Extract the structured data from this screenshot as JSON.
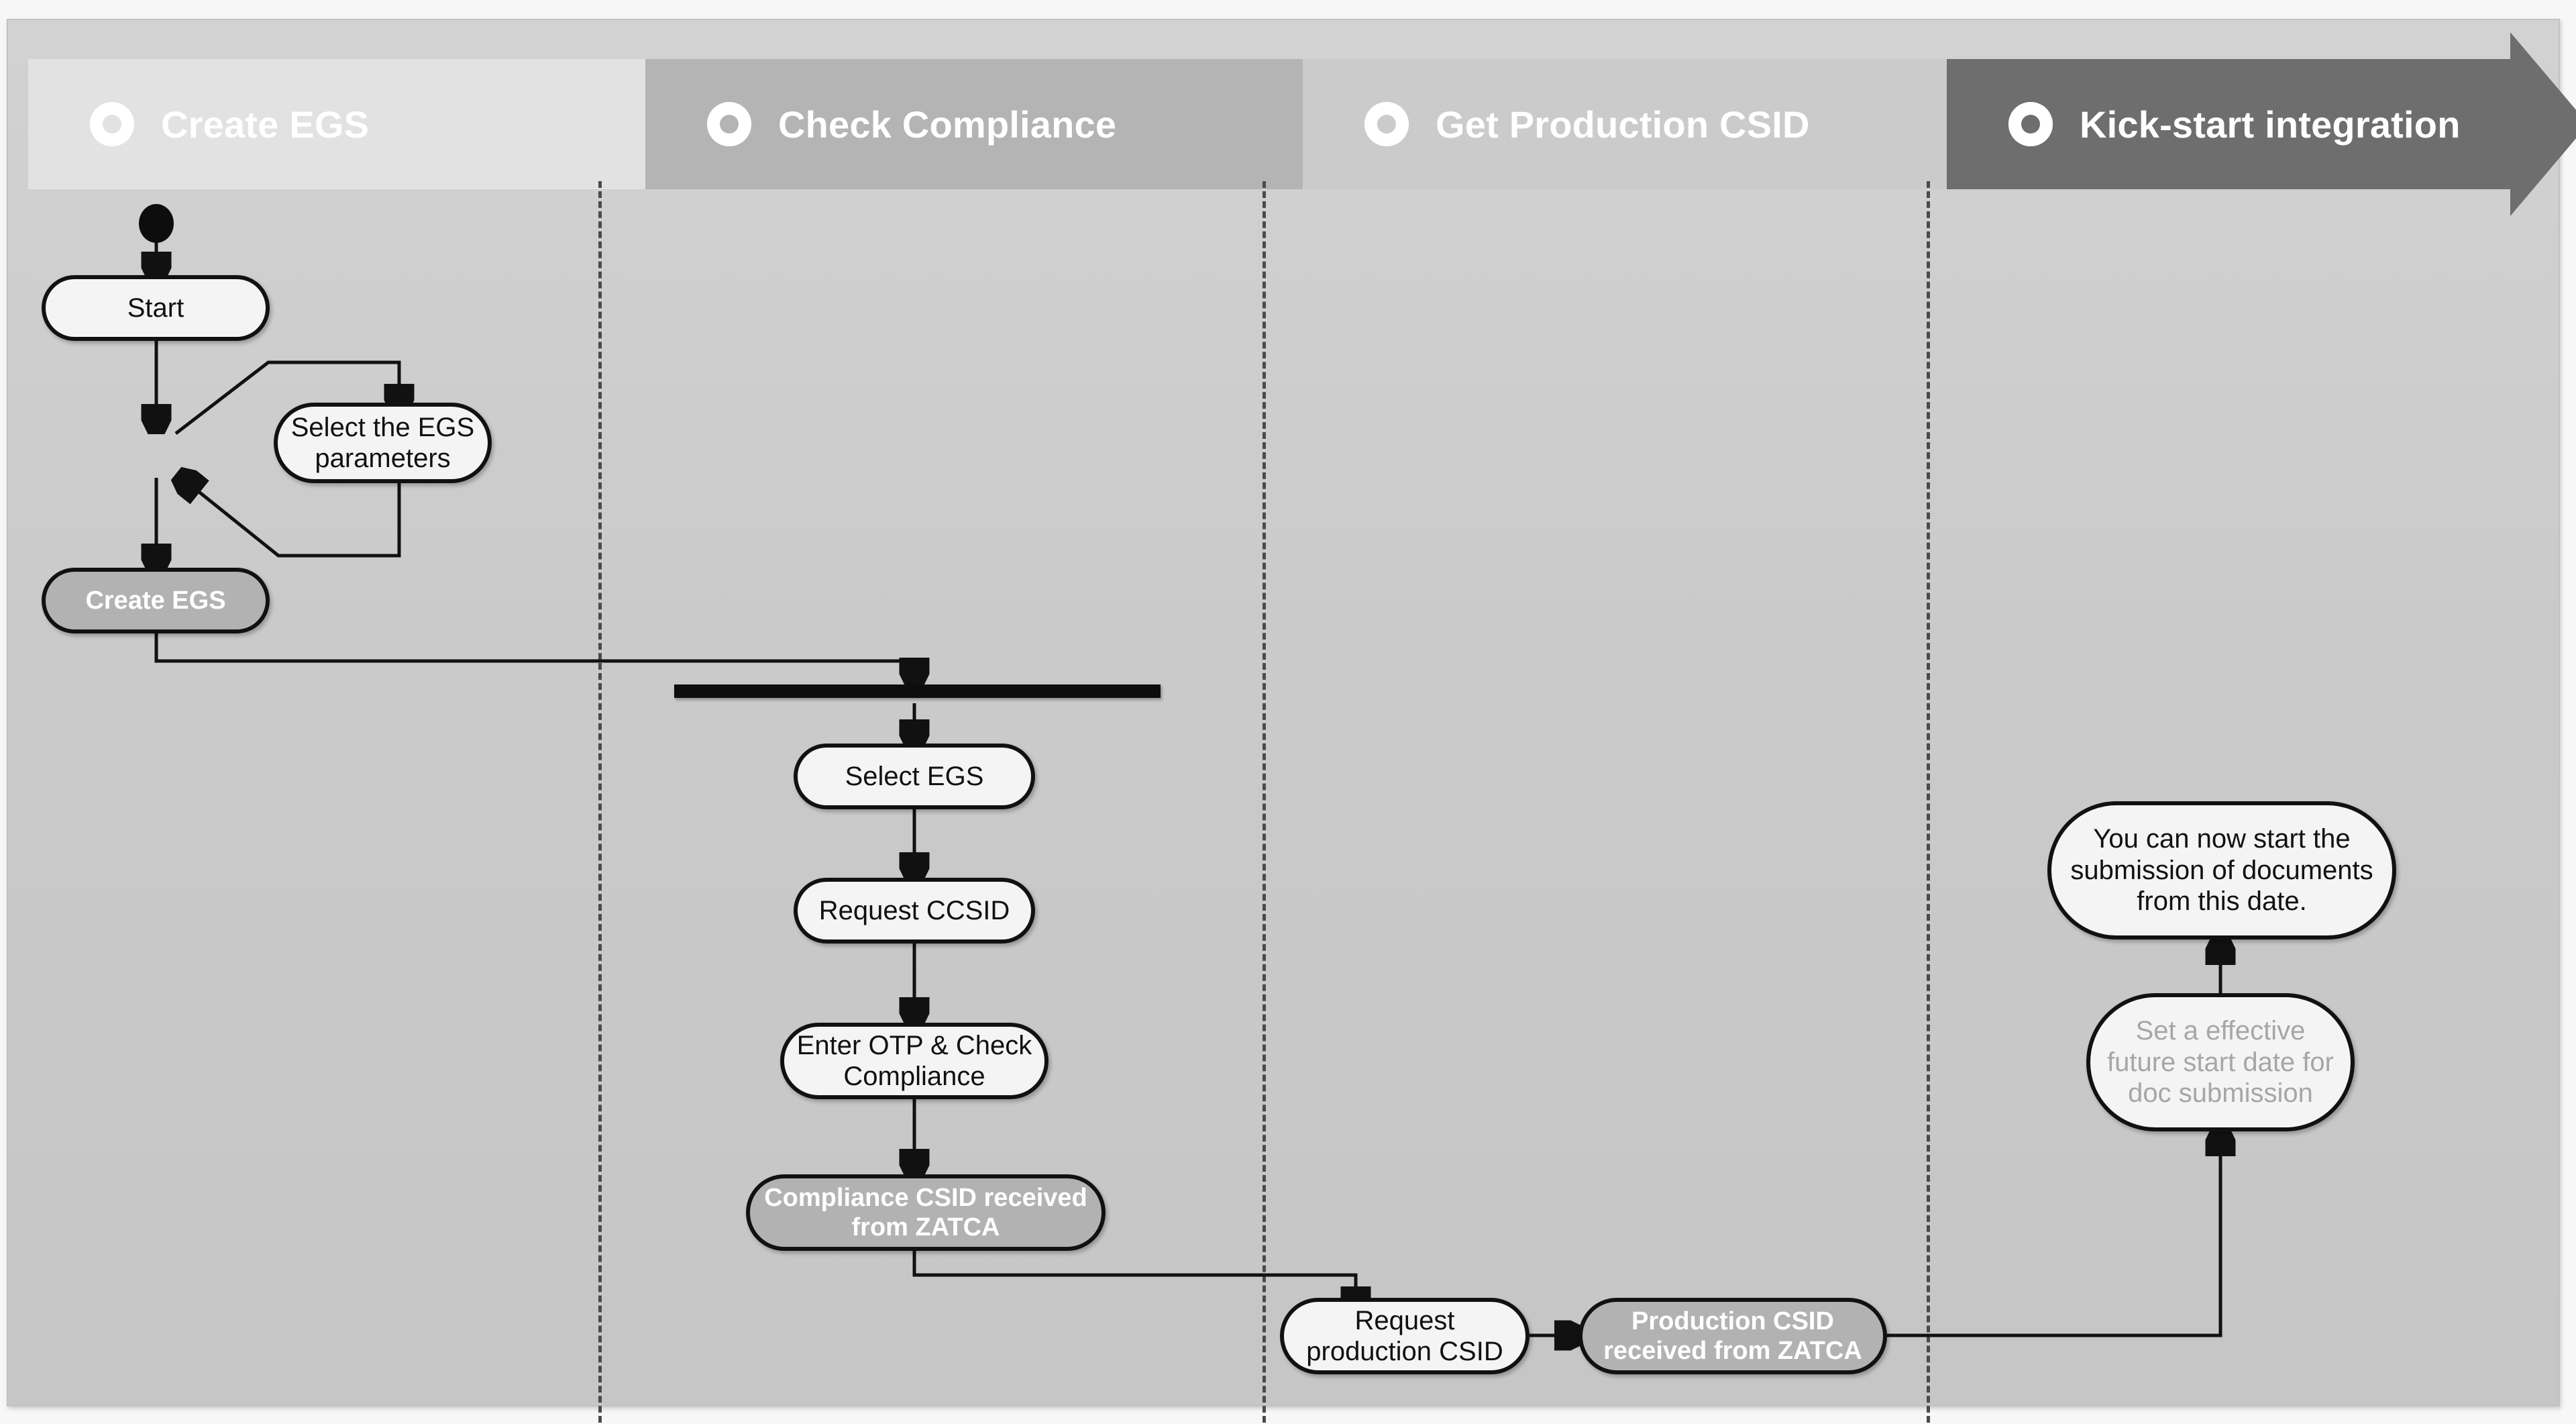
{
  "banner": {
    "segments": [
      {
        "label": "Create EGS",
        "icon": "phase-ring-icon",
        "bg": "#e2e2e2"
      },
      {
        "label": "Check Compliance",
        "icon": "phase-ring-icon",
        "bg": "#b4b4b4"
      },
      {
        "label": "Get Production CSID",
        "icon": "phase-ring-icon",
        "bg": "#cbcbcb"
      },
      {
        "label": "Kick-start integration",
        "icon": "phase-ring-icon",
        "bg": "#6e6e6e"
      }
    ]
  },
  "nodes": {
    "start": "Start",
    "select_params": "Select the EGS parameters",
    "create_egs": "Create EGS",
    "select_egs": "Select EGS",
    "request_ccsid": "Request CCSID",
    "enter_otp": "Enter OTP & Check Compliance",
    "compliance_csid": "Compliance CSID received from ZATCA",
    "request_prod_csid": "Request production CSID",
    "production_csid": "Production CSID received from ZATCA",
    "set_start_date": "Set a effective future start date for doc submission",
    "can_submit": "You can now start the submission of documents from this date."
  },
  "colors": {
    "canvas": "#c8c8c8",
    "node_fill": "#f4f4f4",
    "node_fill_highlight": "#b2b2b2",
    "node_stroke": "#111111",
    "muted_text": "#a6a6a6",
    "active_phase": "#6e6e6e"
  }
}
